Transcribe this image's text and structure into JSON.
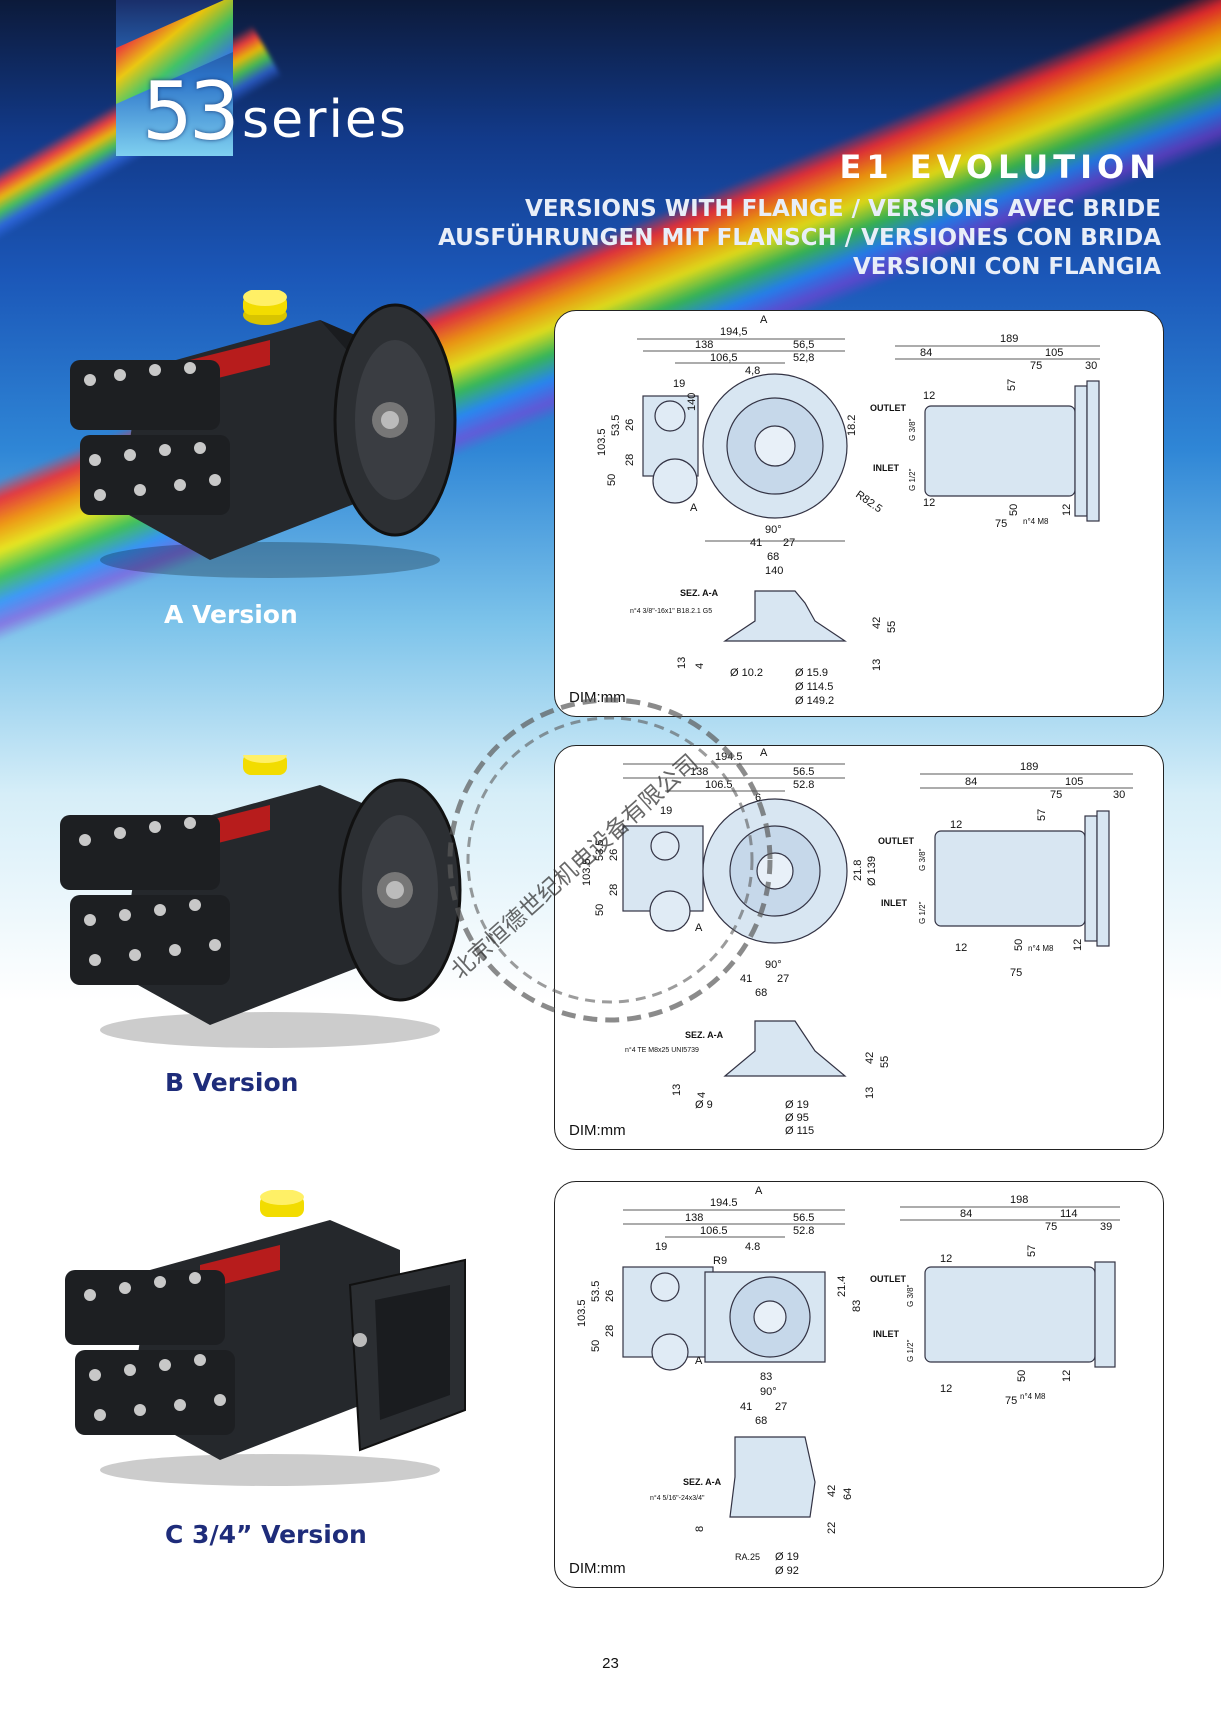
{
  "header": {
    "logo_number": "53",
    "logo_word": "series",
    "title": "E1 EVOLUTION",
    "subtitle_lines": [
      "VERSIONS WITH FLANGE / VERSIONS AVEC BRIDE",
      "AUSFÜHRUNGEN MIT FLANSCH / VERSIONES CON BRIDA",
      "VERSIONI CON FLANGIA"
    ]
  },
  "versions": [
    {
      "label": "A Version"
    },
    {
      "label": "B Version"
    },
    {
      "label": "C 3/4” Version"
    }
  ],
  "drawings": [
    {
      "unit_label": "DIM:mm",
      "front_dims": [
        "194,5",
        "138",
        "106,5",
        "56,5",
        "52,8",
        "4,8",
        "19",
        "140",
        "18.2",
        "103.5",
        "53.5",
        "26",
        "28",
        "50",
        "90°",
        "41",
        "27",
        "68",
        "140",
        "R82.5",
        "A",
        "A"
      ],
      "side_dims": [
        "189",
        "84",
        "105",
        "75",
        "30",
        "12",
        "57",
        "12",
        "50",
        "75",
        "12",
        "n°4 M8",
        "OUTLET",
        "G 3/8\"",
        "INLET",
        "G 1/2\""
      ],
      "section_dims": [
        "SEZ. A-A",
        "n°4 3/8\"-16x1\"  B18.2.1 G5",
        "13",
        "4",
        "Ø 10.2",
        "Ø 15.9",
        "Ø 114.5",
        "Ø 149.2",
        "42",
        "55",
        "13"
      ]
    },
    {
      "unit_label": "DIM:mm",
      "front_dims": [
        "194.5",
        "138",
        "106.5",
        "56.5",
        "52.8",
        "6",
        "19",
        "103.5",
        "53.5",
        "26",
        "28",
        "50",
        "21.8",
        "Ø 139",
        "90°",
        "41",
        "27",
        "68",
        "A",
        "A"
      ],
      "side_dims": [
        "189",
        "84",
        "105",
        "75",
        "30",
        "12",
        "57",
        "12",
        "50",
        "75",
        "12",
        "n°4 M8",
        "OUTLET",
        "G 3/8\"",
        "INLET",
        "G 1/2\""
      ],
      "section_dims": [
        "SEZ. A-A",
        "n°4 TE M8x25 UNI5739",
        "13",
        "4",
        "Ø 9",
        "Ø 19",
        "Ø 95",
        "Ø 115",
        "42",
        "55",
        "13"
      ]
    },
    {
      "unit_label": "DIM:mm",
      "front_dims": [
        "194.5",
        "138",
        "106.5",
        "56.5",
        "52.8",
        "4.8",
        "19",
        "R9",
        "21.4",
        "83",
        "103.5",
        "53.5",
        "26",
        "28",
        "50",
        "83",
        "90°",
        "41",
        "27",
        "68",
        "A",
        "A"
      ],
      "side_dims": [
        "198",
        "84",
        "114",
        "75",
        "39",
        "12",
        "57",
        "12",
        "50",
        "75",
        "12",
        "n°4 M8",
        "OUTLET",
        "G 3/8\"",
        "INLET",
        "G 1/2\""
      ],
      "section_dims": [
        "SEZ. A-A",
        "n°4 5/16\"-24x3/4\"",
        "8",
        "RA.25",
        "Ø 19",
        "Ø 92",
        "42",
        "64",
        "22"
      ]
    }
  ],
  "stamp_text": "北京恒德世纪机电设备有限公司",
  "page_number": "23"
}
